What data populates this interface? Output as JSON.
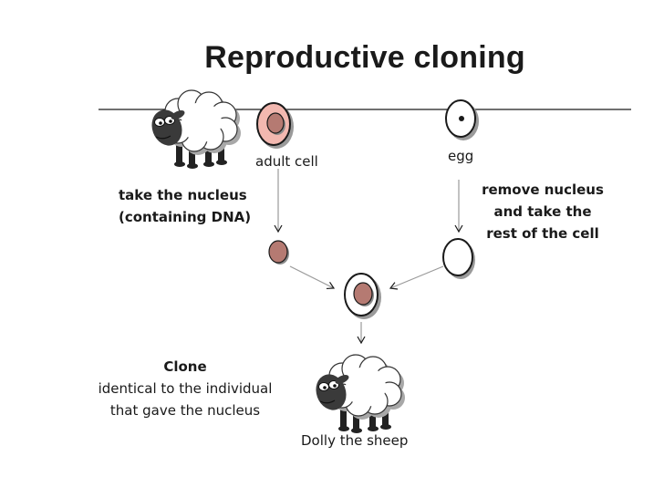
{
  "title": "Reproductive cloning",
  "labels": {
    "adult_cell": "adult cell",
    "egg": "egg",
    "take_nucleus_line1": "take the nucleus",
    "take_nucleus_line2": "(containing DNA)",
    "remove_nucleus_line1": "remove nucleus",
    "remove_nucleus_line2": "and take the",
    "remove_nucleus_line3": "rest of the cell",
    "clone_title": "Clone",
    "clone_line1": "identical to the individual",
    "clone_line2": "that gave the nucleus",
    "dolly": "Dolly the sheep"
  },
  "colors": {
    "nucleus_fill": "#b57a72",
    "adult_cell_fill": "#f2b8b0",
    "outline": "#1a1a1a",
    "shadow": "#9a9a9a"
  },
  "icons": [
    "sheep-icon",
    "adult-cell-icon",
    "egg-cell-icon",
    "nucleus-icon",
    "enucleated-egg-icon",
    "fused-cell-icon"
  ]
}
